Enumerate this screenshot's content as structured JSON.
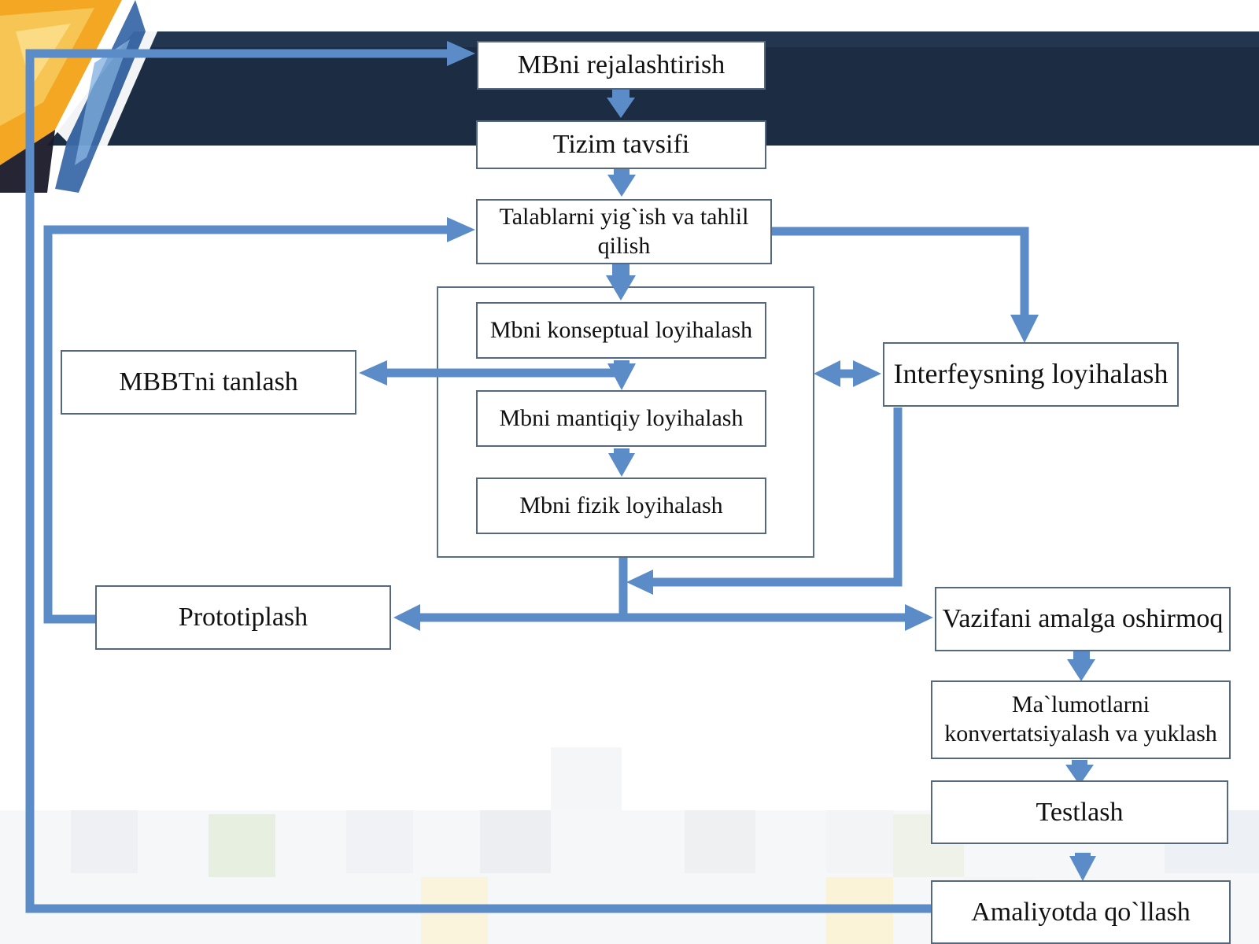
{
  "colors": {
    "arrow": "#5b8cc8",
    "header_band": "#1b2c43",
    "node_border": "#55687d",
    "node_fill": "#ffffff",
    "text": "#111111"
  },
  "diagram": {
    "nodes": {
      "planning": "MBni rejalashtirish",
      "system_description": "Tizim tavsifi",
      "requirements": "Talablarni yig`ish va tahlil qilish",
      "conceptual_design": "Mbni konseptual loyihalash",
      "logical_design": "Mbni mantiqiy loyihalash",
      "physical_design": "Mbni fizik loyihalash",
      "dbms_selection": "MBBTni tanlash",
      "interface_design": "Interfeysning loyihalash",
      "prototyping": "Prototiplash",
      "implementation": "Vazifani amalga oshirmoq",
      "data_conversion": "Ma`lumotlarni konvertatsiyalash va yuklash",
      "testing": "Testlash",
      "deployment": "Amaliyotda qo`llash"
    },
    "edges": [
      {
        "from": "planning",
        "to": "system_description"
      },
      {
        "from": "system_description",
        "to": "requirements"
      },
      {
        "from": "requirements",
        "to": "conceptual_design"
      },
      {
        "from": "requirements",
        "to": "interface_design"
      },
      {
        "from": "conceptual_design",
        "to": "logical_design"
      },
      {
        "from": "conceptual_design",
        "to": "dbms_selection"
      },
      {
        "from": "logical_design",
        "to": "physical_design"
      },
      {
        "from": "design_group",
        "to": "interface_design",
        "bidirectional": true
      },
      {
        "from": "interface_design",
        "to": "design_group"
      },
      {
        "from": "design_group",
        "to": "prototyping"
      },
      {
        "from": "design_group",
        "to": "implementation"
      },
      {
        "from": "prototyping",
        "to": "requirements"
      },
      {
        "from": "implementation",
        "to": "data_conversion"
      },
      {
        "from": "data_conversion",
        "to": "testing"
      },
      {
        "from": "testing",
        "to": "deployment"
      },
      {
        "from": "deployment",
        "to": "planning"
      }
    ]
  }
}
